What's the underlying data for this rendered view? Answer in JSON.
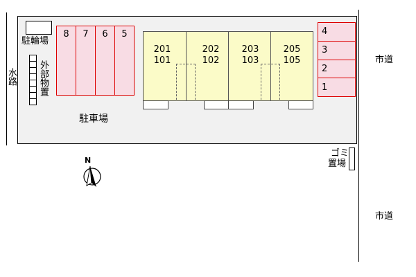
{
  "labels": {
    "bicycle_parking": "駐輪場",
    "parking_lot": "駐車場",
    "waterway": "水路",
    "outdoor_storage": "外部物置",
    "city_road_top": "市道",
    "city_road_bottom": "市道",
    "garbage_area": "ゴミ置場",
    "garbage_line1": "ゴミ",
    "garbage_line2": "置場",
    "north": "N"
  },
  "parking_left": [
    "8",
    "7",
    "6",
    "5"
  ],
  "parking_right": [
    "4",
    "3",
    "2",
    "1"
  ],
  "units": [
    {
      "upper": "201",
      "lower": "101"
    },
    {
      "upper": "202",
      "lower": "102"
    },
    {
      "upper": "203",
      "lower": "103"
    },
    {
      "upper": "205",
      "lower": "105"
    }
  ],
  "icons": {
    "compass": "north-arrow-icon"
  },
  "colors": {
    "lot_fill": "#f1f1f1",
    "parking_fill": "#f8dce4",
    "parking_border": "#dd0000",
    "building_fill": "#fbfbc8"
  }
}
